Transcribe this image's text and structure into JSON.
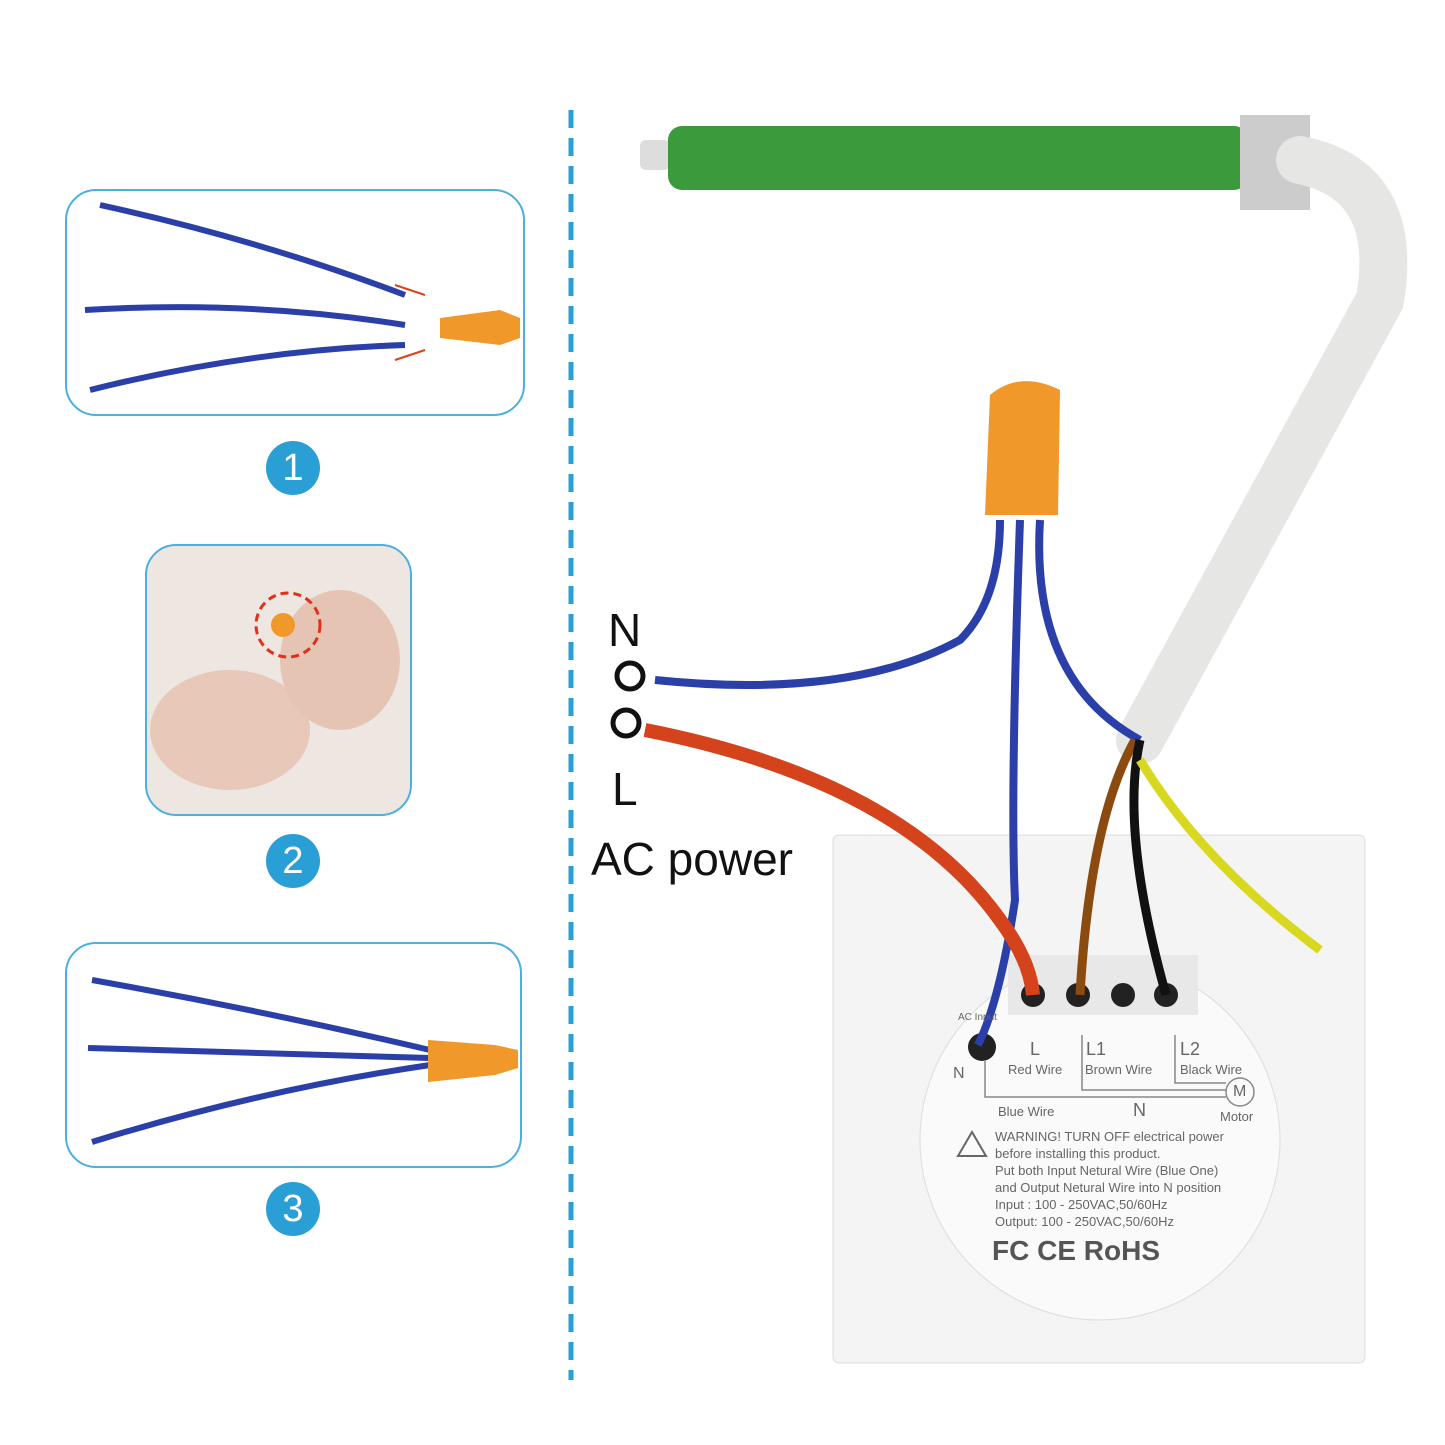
{
  "steps": [
    {
      "number": "1"
    },
    {
      "number": "2"
    },
    {
      "number": "3"
    }
  ],
  "power": {
    "n_label": "N",
    "l_label": "L",
    "ac_label": "AC power"
  },
  "switch_plate": {
    "ac_input": "AC Input",
    "n": "N",
    "l": "L",
    "l_wire": "Red Wire",
    "l1": "L1",
    "l1_wire": "Brown Wire",
    "l2": "L2",
    "l2_wire": "Black Wire",
    "blue_wire": "Blue Wire",
    "n_bottom": "N",
    "motor_symbol": "M",
    "motor": "Motor",
    "warning": [
      "WARNING! TURN OFF electrical power",
      "before installing this product.",
      "Put both Input Netural Wire (Blue One)",
      "and Output Netural Wire into N position",
      "Input : 100 - 250VAC,50/60Hz",
      "Output: 100 - 250VAC,50/60Hz"
    ],
    "certifications": "FC CE RoHS"
  },
  "colors": {
    "accent": "#2a9fd6",
    "blue_wire": "#2a3fa8",
    "red_wire": "#d4431c",
    "motor": "#3a9a3c",
    "connector": "#f0982a"
  }
}
